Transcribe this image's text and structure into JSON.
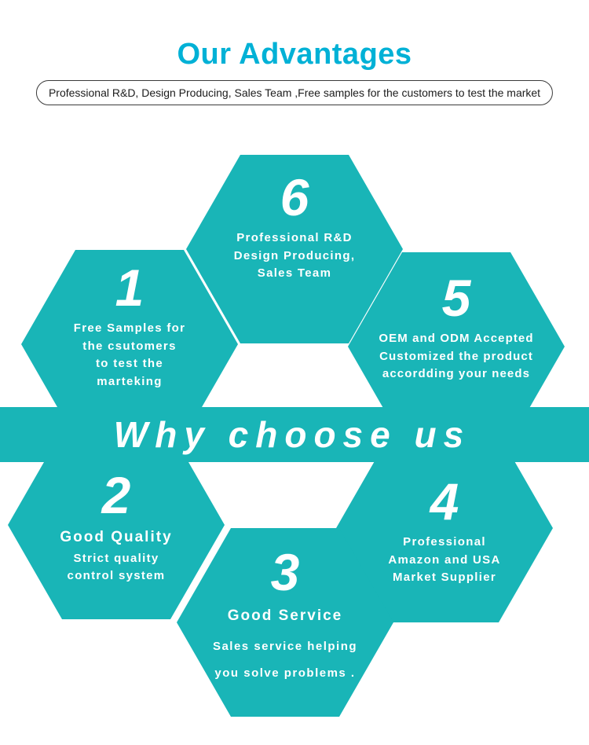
{
  "header": {
    "title": "Our Advantages",
    "tagline": "Professional R&D, Design Producing, Sales Team ,Free samples for the customers to test the market"
  },
  "banner": {
    "text": "Why choose us"
  },
  "hexagons": [
    {
      "number": "6",
      "lines": [
        "Professional R&D",
        "Design Producing,",
        "Sales Team"
      ]
    },
    {
      "number": "1",
      "lines": [
        "Free Samples for",
        "the csutomers",
        "to test the",
        "marteking"
      ]
    },
    {
      "number": "5",
      "lines": [
        "OEM and ODM Accepted",
        "Customized the product",
        "accordding your needs"
      ]
    },
    {
      "number": "2",
      "heading": "Good Quality",
      "lines": [
        "Strict quality",
        "control system"
      ]
    },
    {
      "number": "4",
      "lines": [
        "Professional",
        "Amazon and USA",
        "Market Supplier"
      ]
    },
    {
      "number": "3",
      "heading": "Good Service",
      "lines": [
        "Sales service helping",
        "you solve problems ."
      ]
    }
  ],
  "colors": {
    "title_cyan": "#00b1d6",
    "teal": "#19b5b7",
    "text_white": "#ffffff"
  }
}
